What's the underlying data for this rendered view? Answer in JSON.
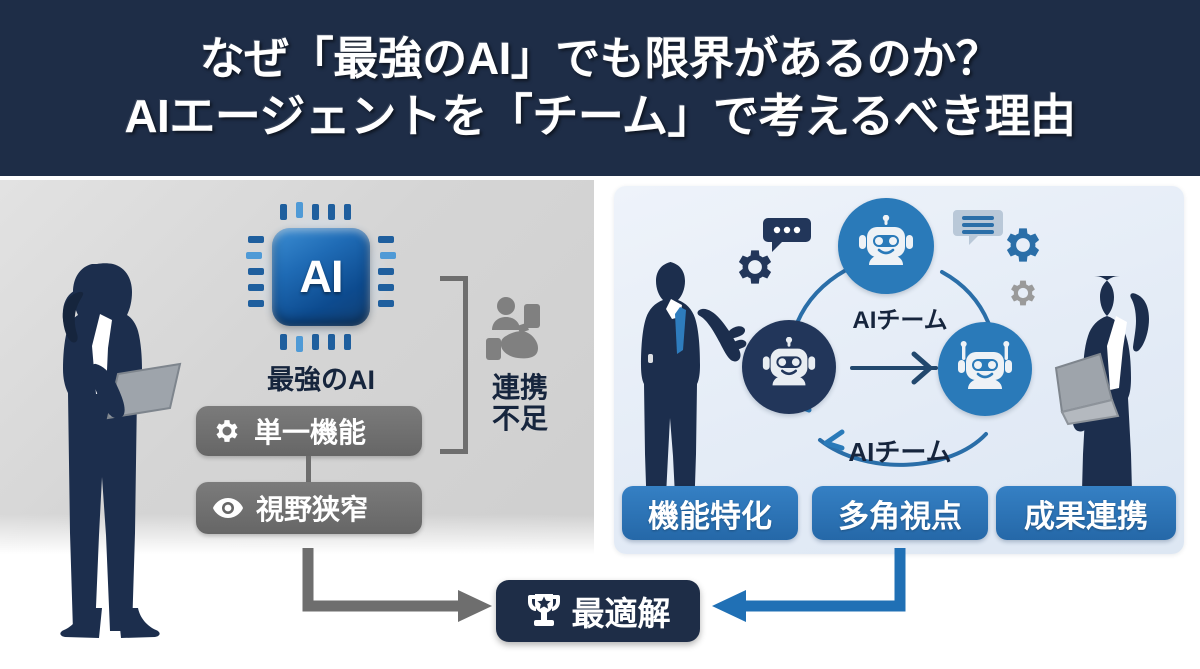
{
  "header": {
    "line1": "なぜ「最強のAI」でも限界があるのか？",
    "line2": "AIエージェントを「チーム」で考えるべき理由",
    "bg_color": "#1e2d47",
    "text_color": "#ffffff"
  },
  "left_panel": {
    "bg_color": "#d5d5d5",
    "figure": "businesswoman-with-tablet-silhouette",
    "chip": {
      "text": "AI",
      "label": "最強のAI",
      "icon": "ai-chip-icon",
      "accent_color": "#1f6bb5"
    },
    "pills": [
      {
        "icon": "gear-icon",
        "label": "単一機能",
        "color": "#6e6e6e"
      },
      {
        "icon": "eye-icon",
        "label": "視野狭窄",
        "color": "#6e6e6e"
      }
    ],
    "callout": {
      "icon": "disconnected-people-devices-icon",
      "label_line1": "連携",
      "label_line2": "不足",
      "bracket_color": "#6e6e6e",
      "text_color": "#16253d"
    }
  },
  "right_panel": {
    "bg_color": "#e3ebf6",
    "figures": [
      "businessman-presenting-silhouette",
      "businesswoman-with-laptop-silhouette"
    ],
    "robots": [
      {
        "name": "robot-top",
        "color": "#2a7ab9"
      },
      {
        "name": "robot-left",
        "color": "#22365a"
      },
      {
        "name": "robot-right",
        "color": "#2a7ab9"
      }
    ],
    "team_label_middle": "AIチーム",
    "team_label_bottom": "AIチーム",
    "decorations": [
      "chat-bubble-dots-icon",
      "gear-icon",
      "list-bubble-icon",
      "gear-icon",
      "gear-icon"
    ],
    "pills": [
      {
        "label": "機能特化",
        "color": "#2b6cb0"
      },
      {
        "label": "多角視点",
        "color": "#2b6cb0"
      },
      {
        "label": "成果連携",
        "color": "#2b6cb0"
      }
    ]
  },
  "bottom": {
    "badge": {
      "icon": "trophy-icon",
      "label": "最適解",
      "bg_color": "#1e2d47",
      "text_color": "#ffffff"
    },
    "arrow_left_color": "#6e6e6e",
    "arrow_right_color": "#2070b5"
  }
}
